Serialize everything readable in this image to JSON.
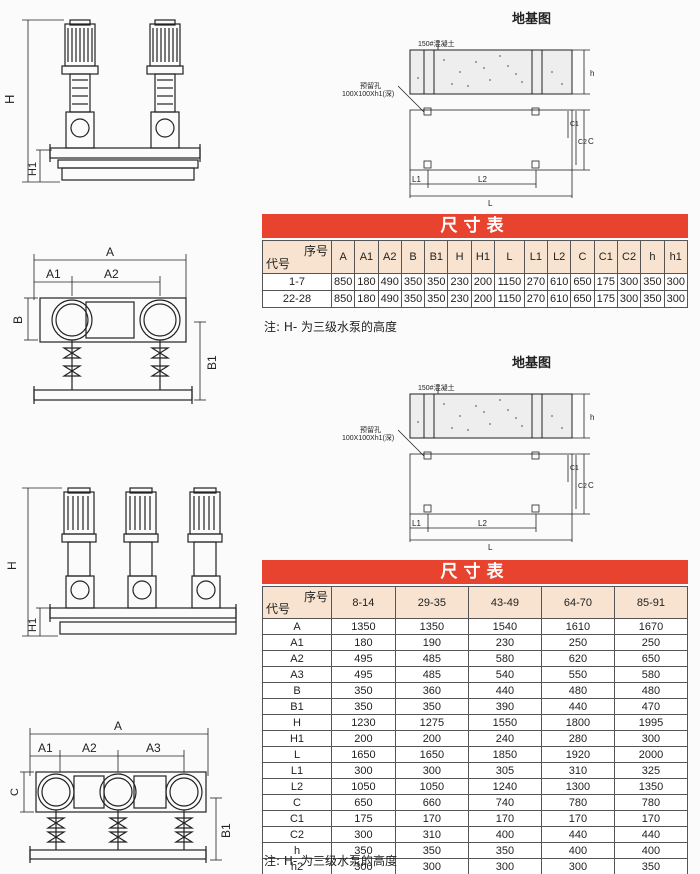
{
  "foundation": {
    "title": "地基图",
    "concrete_label": "150#混凝土",
    "hole_label": "预留孔",
    "hole_size": "100X100Xh1(深)",
    "dims": {
      "l1": "L1",
      "l2": "L2",
      "l": "L",
      "c": "C",
      "c1": "C1",
      "c2": "C2",
      "h": "h"
    }
  },
  "two_pump": {
    "side_dims": {
      "h": "H",
      "h1": "H1"
    },
    "top_dims": {
      "a": "A",
      "a1": "A1",
      "a2": "A2",
      "b": "B",
      "b1": "B1"
    }
  },
  "three_pump": {
    "side_dims": {
      "h": "H",
      "h1": "H1"
    },
    "top_dims": {
      "a": "A",
      "a1": "A1",
      "a2": "A2",
      "a3": "A3",
      "c": "C",
      "b1": "B1"
    }
  },
  "table1": {
    "banner": "尺寸表",
    "corner_top": "序号",
    "corner_bottom": "代号",
    "headers": [
      "A",
      "A1",
      "A2",
      "B",
      "B1",
      "H",
      "H1",
      "L",
      "L1",
      "L2",
      "C",
      "C1",
      "C2",
      "h",
      "h1"
    ],
    "rows": [
      {
        "label": "1-7",
        "values": [
          "850",
          "180",
          "490",
          "350",
          "350",
          "230",
          "200",
          "1150",
          "270",
          "610",
          "650",
          "175",
          "300",
          "350",
          "300"
        ]
      },
      {
        "label": "22-28",
        "values": [
          "850",
          "180",
          "490",
          "350",
          "350",
          "230",
          "200",
          "1150",
          "270",
          "610",
          "650",
          "175",
          "300",
          "350",
          "300"
        ]
      }
    ],
    "note": "注: H- 为三级水泵的高度"
  },
  "table2": {
    "banner": "尺寸表",
    "corner_top": "序号",
    "corner_bottom": "代号",
    "columns": [
      "8-14",
      "29-35",
      "43-49",
      "64-70",
      "85-91"
    ],
    "rows": [
      {
        "code": "A",
        "values": [
          "1350",
          "1350",
          "1540",
          "1610",
          "1670"
        ]
      },
      {
        "code": "A1",
        "values": [
          "180",
          "190",
          "230",
          "250",
          "250"
        ]
      },
      {
        "code": "A2",
        "values": [
          "495",
          "485",
          "580",
          "620",
          "650"
        ]
      },
      {
        "code": "A3",
        "values": [
          "495",
          "485",
          "540",
          "550",
          "580"
        ]
      },
      {
        "code": "B",
        "values": [
          "350",
          "360",
          "440",
          "480",
          "480"
        ]
      },
      {
        "code": "B1",
        "values": [
          "350",
          "350",
          "390",
          "440",
          "470"
        ]
      },
      {
        "code": "H",
        "values": [
          "1230",
          "1275",
          "1550",
          "1800",
          "1995"
        ]
      },
      {
        "code": "H1",
        "values": [
          "200",
          "200",
          "240",
          "280",
          "300"
        ]
      },
      {
        "code": "L",
        "values": [
          "1650",
          "1650",
          "1850",
          "1920",
          "2000"
        ]
      },
      {
        "code": "L1",
        "values": [
          "300",
          "300",
          "305",
          "310",
          "325"
        ]
      },
      {
        "code": "L2",
        "values": [
          "1050",
          "1050",
          "1240",
          "1300",
          "1350"
        ]
      },
      {
        "code": "C",
        "values": [
          "650",
          "660",
          "740",
          "780",
          "780"
        ]
      },
      {
        "code": "C1",
        "values": [
          "175",
          "170",
          "170",
          "170",
          "170"
        ]
      },
      {
        "code": "C2",
        "values": [
          "300",
          "310",
          "400",
          "440",
          "440"
        ]
      },
      {
        "code": "h",
        "values": [
          "350",
          "350",
          "350",
          "400",
          "400"
        ]
      },
      {
        "code": "h2",
        "values": [
          "300",
          "300",
          "300",
          "300",
          "350"
        ]
      }
    ],
    "note": "注: H- 为三级水泵的高度"
  }
}
